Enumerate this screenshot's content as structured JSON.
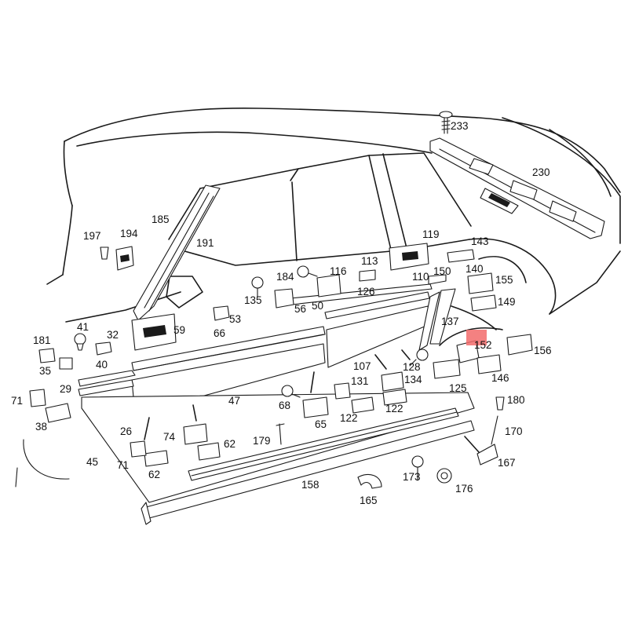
{
  "highlight_color": "#f26b6b",
  "labels": {
    "l233": "233",
    "l230": "230",
    "l185": "185",
    "l191": "191",
    "l197": "197",
    "l194": "194",
    "l119": "119",
    "l143": "143",
    "l113": "113",
    "l116": "116",
    "l184": "184",
    "l135": "135",
    "l56": "56",
    "l50": "50",
    "l126": "126",
    "l110": "110",
    "l150": "150",
    "l140": "140",
    "l155": "155",
    "l149": "149",
    "l53": "53",
    "l59": "59",
    "l66": "66",
    "l41": "41",
    "l32": "32",
    "l181": "181",
    "l40": "40",
    "l35": "35",
    "l137": "137",
    "l152": "152",
    "l156": "156",
    "l107": "107",
    "l128": "128",
    "l146": "146",
    "l29": "29",
    "l71a": "71",
    "l131": "131",
    "l134": "134",
    "l125": "125",
    "l180": "180",
    "l38": "38",
    "l68": "68",
    "l47": "47",
    "l65": "65",
    "l122a": "122",
    "l122b": "122",
    "l26": "26",
    "l170": "170",
    "l74": "74",
    "l179": "179",
    "l62a": "62",
    "l71b": "71",
    "l45": "45",
    "l62b": "62",
    "l167": "167",
    "l158": "158",
    "l173": "173",
    "l176": "176",
    "l165": "165"
  }
}
